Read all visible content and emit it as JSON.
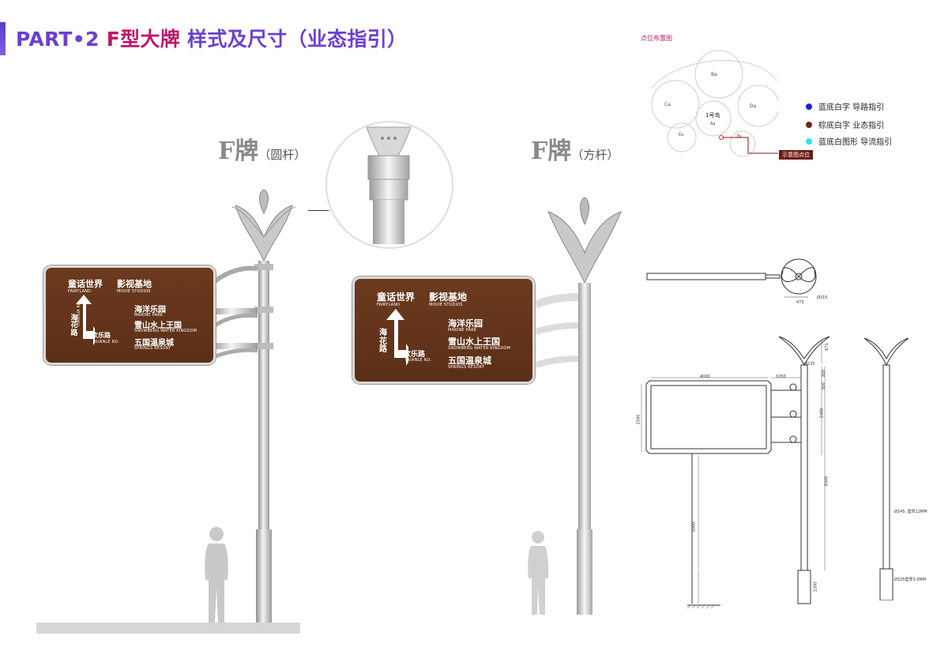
{
  "header": {
    "part": "PART•2",
    "title_red": "F型大牌",
    "title_rest": "样式及尺寸（业态指引）"
  },
  "variants": {
    "round": {
      "main": "F牌",
      "sub": "（圆杆）"
    },
    "square": {
      "main": "F牌",
      "sub": "（方杆）"
    }
  },
  "sign": {
    "top_left_cn": "童话世界",
    "top_left_en": "FAIRYLAND",
    "top_right_cn": "影视基地",
    "top_right_en": "MOVIE STUDIOS",
    "road_vertical": "海花路",
    "road_vertical_en": "HAIHUA RD.",
    "road_horizontal": "欢乐路",
    "road_horizontal_en": "HUANLE RD.",
    "dest1_cn": "海洋乐园",
    "dest1_en": "MARINE PARK",
    "dest2_cn": "雪山水上王国",
    "dest2_en": "SNOWBERG WATER KINGDOM",
    "dest3_cn": "五国温泉城",
    "dest3_en": "SPRINGS RESORT"
  },
  "map": {
    "title": "点位布置图",
    "zone_labels": [
      "Ba",
      "Ca",
      "Da",
      "1号岛",
      "Aa",
      "Ea",
      "Fa"
    ],
    "callout": "示意图点位"
  },
  "legend": [
    {
      "label": "蓝底白字 导路指引",
      "color": "#1a22d6"
    },
    {
      "label": "棕底白字 业态指引",
      "color": "#6a2a12"
    },
    {
      "label": "蓝底白图形 导流指引",
      "color": "#33e3ee"
    }
  ],
  "dimensions": {
    "d1": "4000",
    "d2": "1050",
    "d3": "2500",
    "d4": "2400",
    "d5": "300",
    "d6": "300",
    "d7": "671",
    "d8": "8500",
    "d9": "5000",
    "d10": "1200",
    "d11": "Ø225",
    "d12": "Ø245, 壁厚12MM",
    "d13": "Ø325壁厚3.0MM",
    "d14": "473",
    "d15": "Ø315"
  }
}
